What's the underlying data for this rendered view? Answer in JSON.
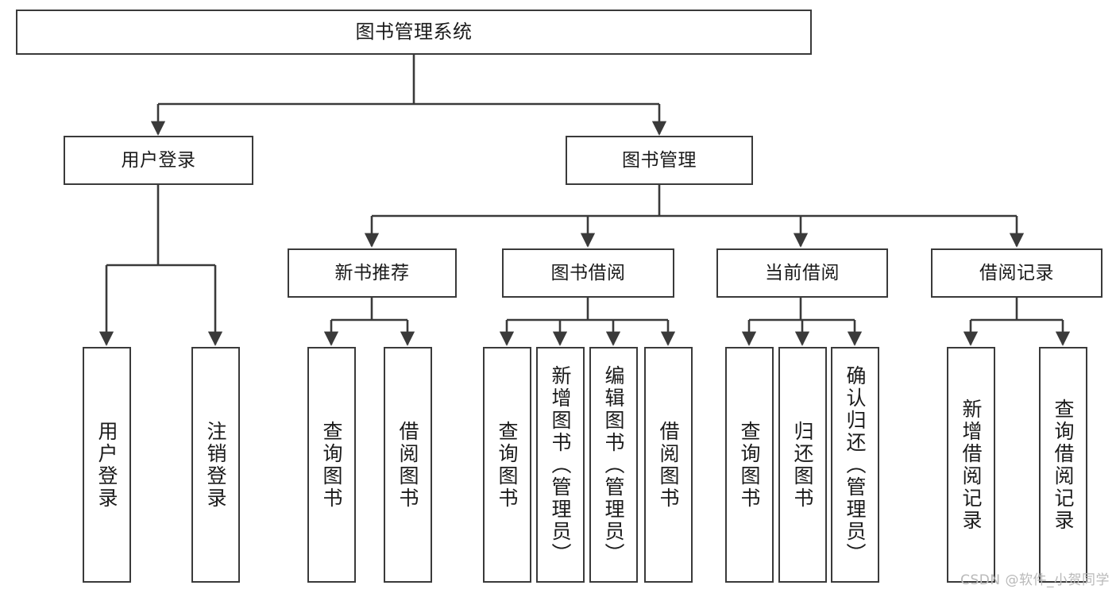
{
  "diagram": {
    "type": "tree-hierarchy-chart",
    "title": "图书管理系统",
    "stroke_color": "#3a3a3a",
    "text_color": "#1b1b1b",
    "background": "#ffffff",
    "nodes": {
      "root": {
        "label": "图书管理系统",
        "level": 0
      },
      "user_login": {
        "label": "用户登录",
        "level": 1
      },
      "book_manage": {
        "label": "图书管理",
        "level": 1
      },
      "new_book_rec": {
        "label": "新书推荐",
        "level": 2
      },
      "book_borrow": {
        "label": "图书借阅",
        "level": 2
      },
      "current_borrow": {
        "label": "当前借阅",
        "level": 2
      },
      "borrow_record": {
        "label": "借阅记录",
        "level": 2
      },
      "leaf_user_login": {
        "label": "用户登录",
        "level": 3
      },
      "leaf_logout": {
        "label": "注销登录",
        "level": 3
      },
      "leaf_query_book_a": {
        "label": "查询图书",
        "level": 3
      },
      "leaf_borrow_book_a": {
        "label": "借阅图书",
        "level": 3
      },
      "leaf_query_book_b": {
        "label": "查询图书",
        "level": 3
      },
      "leaf_add_book": {
        "label": "新增图书（管理员）",
        "level": 3
      },
      "leaf_edit_book": {
        "label": "编辑图书（管理员）",
        "level": 3
      },
      "leaf_borrow_book_b": {
        "label": "借阅图书",
        "level": 3
      },
      "leaf_query_book_c": {
        "label": "查询图书",
        "level": 3
      },
      "leaf_return_book": {
        "label": "归还图书",
        "level": 3
      },
      "leaf_confirm_return": {
        "label": "确认归还（管理员）",
        "level": 3
      },
      "leaf_add_record": {
        "label": "新增借阅记录",
        "level": 3
      },
      "leaf_query_record": {
        "label": "查询借阅记录",
        "level": 3
      }
    },
    "edges": [
      {
        "from": "root",
        "to": "user_login"
      },
      {
        "from": "root",
        "to": "book_manage"
      },
      {
        "from": "user_login",
        "to": "leaf_user_login"
      },
      {
        "from": "user_login",
        "to": "leaf_logout"
      },
      {
        "from": "book_manage",
        "to": "new_book_rec"
      },
      {
        "from": "book_manage",
        "to": "book_borrow"
      },
      {
        "from": "book_manage",
        "to": "current_borrow"
      },
      {
        "from": "book_manage",
        "to": "borrow_record"
      },
      {
        "from": "new_book_rec",
        "to": "leaf_query_book_a"
      },
      {
        "from": "new_book_rec",
        "to": "leaf_borrow_book_a"
      },
      {
        "from": "book_borrow",
        "to": "leaf_query_book_b"
      },
      {
        "from": "book_borrow",
        "to": "leaf_add_book"
      },
      {
        "from": "book_borrow",
        "to": "leaf_edit_book"
      },
      {
        "from": "book_borrow",
        "to": "leaf_borrow_book_b"
      },
      {
        "from": "current_borrow",
        "to": "leaf_query_book_c"
      },
      {
        "from": "current_borrow",
        "to": "leaf_return_book"
      },
      {
        "from": "current_borrow",
        "to": "leaf_confirm_return"
      },
      {
        "from": "borrow_record",
        "to": "leaf_add_record"
      },
      {
        "from": "borrow_record",
        "to": "leaf_query_record"
      }
    ]
  },
  "watermark": {
    "text": "CSDN @软件_小贺同学"
  }
}
